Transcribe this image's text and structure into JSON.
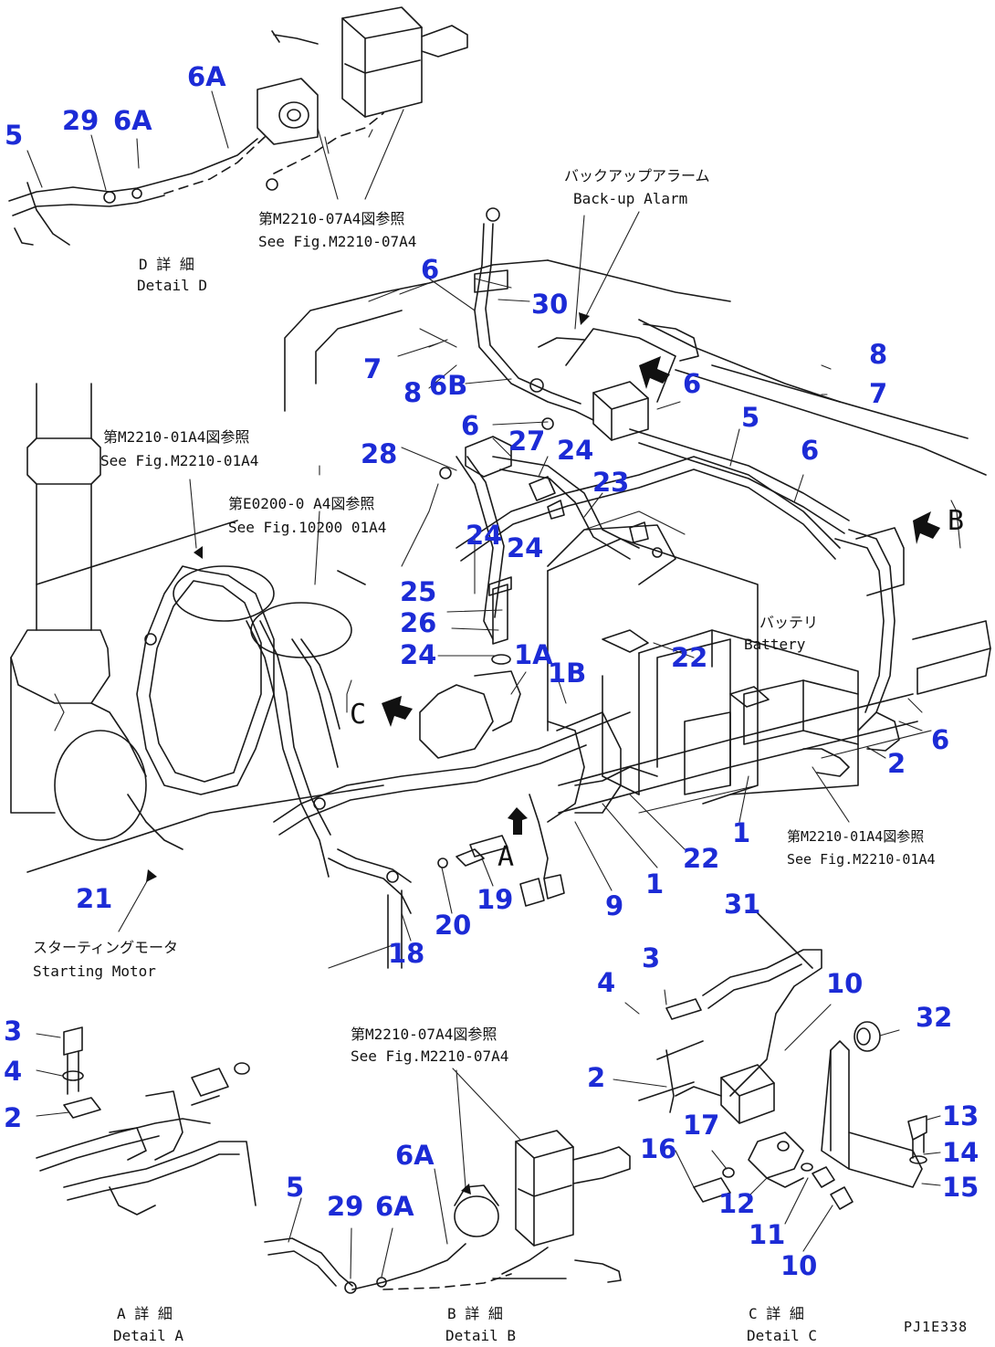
{
  "document_id": "PJ1E338",
  "callouts": [
    {
      "id": "c1",
      "text": "5"
    },
    {
      "id": "c2",
      "text": "29"
    },
    {
      "id": "c3",
      "text": "6A"
    },
    {
      "id": "c4",
      "text": "6A"
    },
    {
      "id": "c5",
      "text": "6"
    },
    {
      "id": "c6",
      "text": "30"
    },
    {
      "id": "c7",
      "text": "7"
    },
    {
      "id": "c8",
      "text": "8"
    },
    {
      "id": "c9",
      "text": "6B"
    },
    {
      "id": "c10",
      "text": "6"
    },
    {
      "id": "c11",
      "text": "27"
    },
    {
      "id": "c12",
      "text": "28"
    },
    {
      "id": "c13",
      "text": "24"
    },
    {
      "id": "c14",
      "text": "23"
    },
    {
      "id": "c15",
      "text": "24"
    },
    {
      "id": "c16",
      "text": "24"
    },
    {
      "id": "c17",
      "text": "25"
    },
    {
      "id": "c18",
      "text": "26"
    },
    {
      "id": "c19",
      "text": "24"
    },
    {
      "id": "c20",
      "text": "1A"
    },
    {
      "id": "c21",
      "text": "1B"
    },
    {
      "id": "c22",
      "text": "22"
    },
    {
      "id": "c23",
      "text": "8"
    },
    {
      "id": "c24",
      "text": "7"
    },
    {
      "id": "c25",
      "text": "6"
    },
    {
      "id": "c26",
      "text": "5"
    },
    {
      "id": "c27",
      "text": "6"
    },
    {
      "id": "c28",
      "text": "6"
    },
    {
      "id": "c29",
      "text": "2"
    },
    {
      "id": "c30",
      "text": "1"
    },
    {
      "id": "c31",
      "text": "22"
    },
    {
      "id": "c32",
      "text": "1"
    },
    {
      "id": "c33",
      "text": "9"
    },
    {
      "id": "c34",
      "text": "19"
    },
    {
      "id": "c35",
      "text": "20"
    },
    {
      "id": "c36",
      "text": "18"
    },
    {
      "id": "c37",
      "text": "21"
    },
    {
      "id": "c38",
      "text": "31"
    },
    {
      "id": "c39",
      "text": "3"
    },
    {
      "id": "c40",
      "text": "4"
    },
    {
      "id": "c41",
      "text": "10"
    },
    {
      "id": "c42",
      "text": "32"
    },
    {
      "id": "c43",
      "text": "2"
    },
    {
      "id": "c44",
      "text": "17"
    },
    {
      "id": "c45",
      "text": "16"
    },
    {
      "id": "c46",
      "text": "13"
    },
    {
      "id": "c47",
      "text": "14"
    },
    {
      "id": "c48",
      "text": "15"
    },
    {
      "id": "c49",
      "text": "12"
    },
    {
      "id": "c50",
      "text": "11"
    },
    {
      "id": "c51",
      "text": "10"
    },
    {
      "id": "c52",
      "text": "3"
    },
    {
      "id": "c53",
      "text": "4"
    },
    {
      "id": "c54",
      "text": "2"
    },
    {
      "id": "c55",
      "text": "5"
    },
    {
      "id": "c56",
      "text": "29"
    },
    {
      "id": "c57",
      "text": "6A"
    },
    {
      "id": "c58",
      "text": "6A"
    }
  ],
  "annotations": {
    "ref_m2210_07a4_top_jp": "第M2210-07A4図参照",
    "ref_m2210_07a4_top_en": "See Fig.M2210-07A4",
    "detail_d_jp": "D 詳 細",
    "detail_d_en": "Detail D",
    "backup_alarm_jp": "バックアップアラーム",
    "backup_alarm_en": "Back-up Alarm",
    "ref_m2210_01a4_left_jp": "第M2210-01A4図参照",
    "ref_m2210_01a4_left_en": "See Fig.M2210-01A4",
    "ref_e0200_jp": "第E0200-0 A4図参照",
    "ref_e0200_en": "See Fig.10200 01A4",
    "battery_jp": "バッテリ",
    "battery_en": "Battery",
    "ref_m2210_01a4_right_jp": "第M2210-01A4図参照",
    "ref_m2210_01a4_right_en": "See Fig.M2210-01A4",
    "starting_motor_jp": "スターティングモータ",
    "starting_motor_en": "Starting Motor",
    "ref_m2210_07a4_bot_jp": "第M2210-07A4図参照",
    "ref_m2210_07a4_bot_en": "See Fig.M2210-07A4",
    "detail_a_jp": "A 詳 細",
    "detail_a_en": "Detail A",
    "detail_b_jp": "B 詳 細",
    "detail_b_en": "Detail B",
    "detail_c_jp": "C 詳 細",
    "detail_c_en": "Detail C",
    "view_a": "A",
    "view_b": "B",
    "view_c": "C"
  }
}
